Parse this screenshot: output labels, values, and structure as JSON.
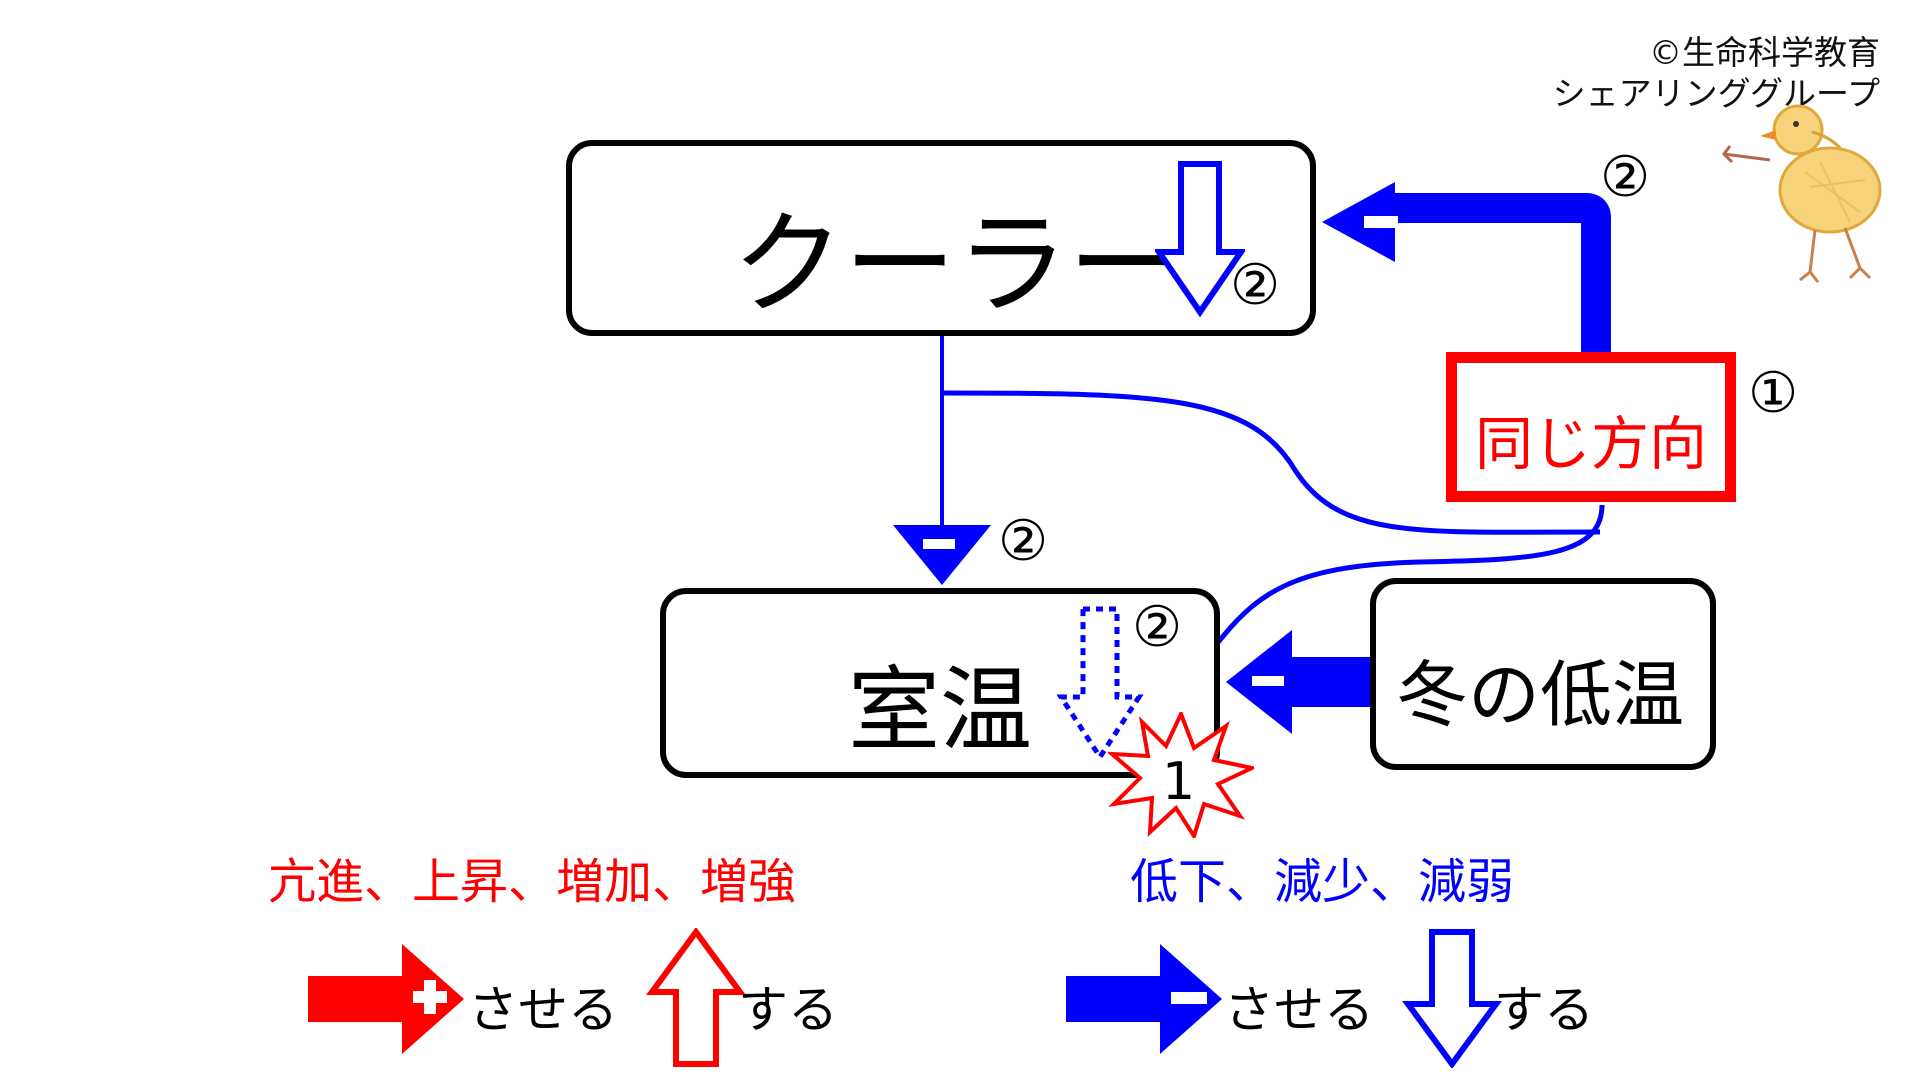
{
  "credit": {
    "line1": "©生命科学教育",
    "line2": "シェアリンググループ"
  },
  "nodes": {
    "cooler": {
      "label": "クーラー",
      "change_marker": "②"
    },
    "room_temp": {
      "label": "室温",
      "change_marker": "②"
    },
    "winter_cold": {
      "label": "冬の低温"
    },
    "same_direction": {
      "label": "同じ方向",
      "marker": "①"
    }
  },
  "markers": {
    "top_right": "②",
    "cooler_to_room": "②",
    "burst": "1"
  },
  "legend": {
    "increase_words": "亢進、上昇、増加、増強",
    "decrease_words": "低下、減少、減弱",
    "plus_arrow_text": "させる",
    "up_arrow_text": "する",
    "minus_arrow_text": "させる",
    "down_arrow_text": "する"
  },
  "colors": {
    "red": "#ff0000",
    "blue": "#0000ff",
    "black": "#000000"
  }
}
